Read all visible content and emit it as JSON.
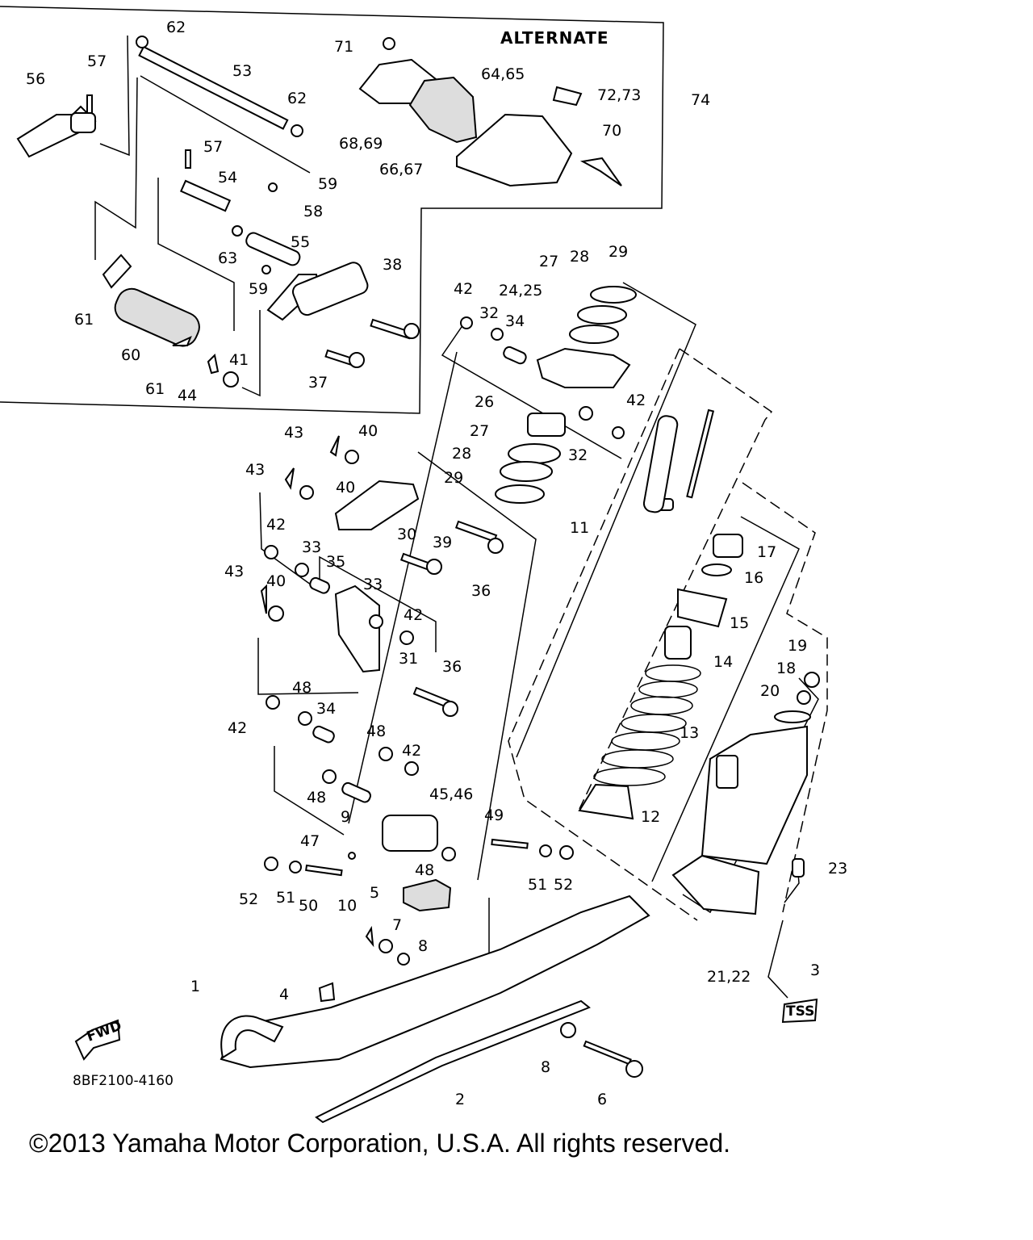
{
  "inset": {
    "title": "ALTERNATE"
  },
  "diagram_code": "8BF2100-4160",
  "fwd_label": "FWD",
  "badge_label": "TSS",
  "copyright": "©2013 Yamaha Motor Corporation, U.S.A. All rights reserved.",
  "callouts": [
    "62",
    "57",
    "53",
    "56",
    "62",
    "71",
    "64,65",
    "72,73",
    "74",
    "68,69",
    "70",
    "66,67",
    "57",
    "59",
    "54",
    "58",
    "55",
    "63",
    "38",
    "59",
    "61",
    "60",
    "61",
    "44",
    "41",
    "37",
    "27",
    "28",
    "29",
    "42",
    "32",
    "34",
    "24,25",
    "42",
    "26",
    "27",
    "32",
    "28",
    "29",
    "43",
    "40",
    "43",
    "40",
    "11",
    "17",
    "30",
    "39",
    "36",
    "16",
    "42",
    "33",
    "35",
    "43",
    "40",
    "33",
    "42",
    "15",
    "31",
    "14",
    "36",
    "19",
    "18",
    "20",
    "48",
    "34",
    "13",
    "42",
    "48",
    "42",
    "45,46",
    "48",
    "9",
    "12",
    "49",
    "47",
    "23",
    "52",
    "51",
    "50",
    "48",
    "5",
    "51",
    "52",
    "10",
    "7",
    "8",
    "21,22",
    "3",
    "1",
    "4",
    "8",
    "2",
    "6"
  ]
}
